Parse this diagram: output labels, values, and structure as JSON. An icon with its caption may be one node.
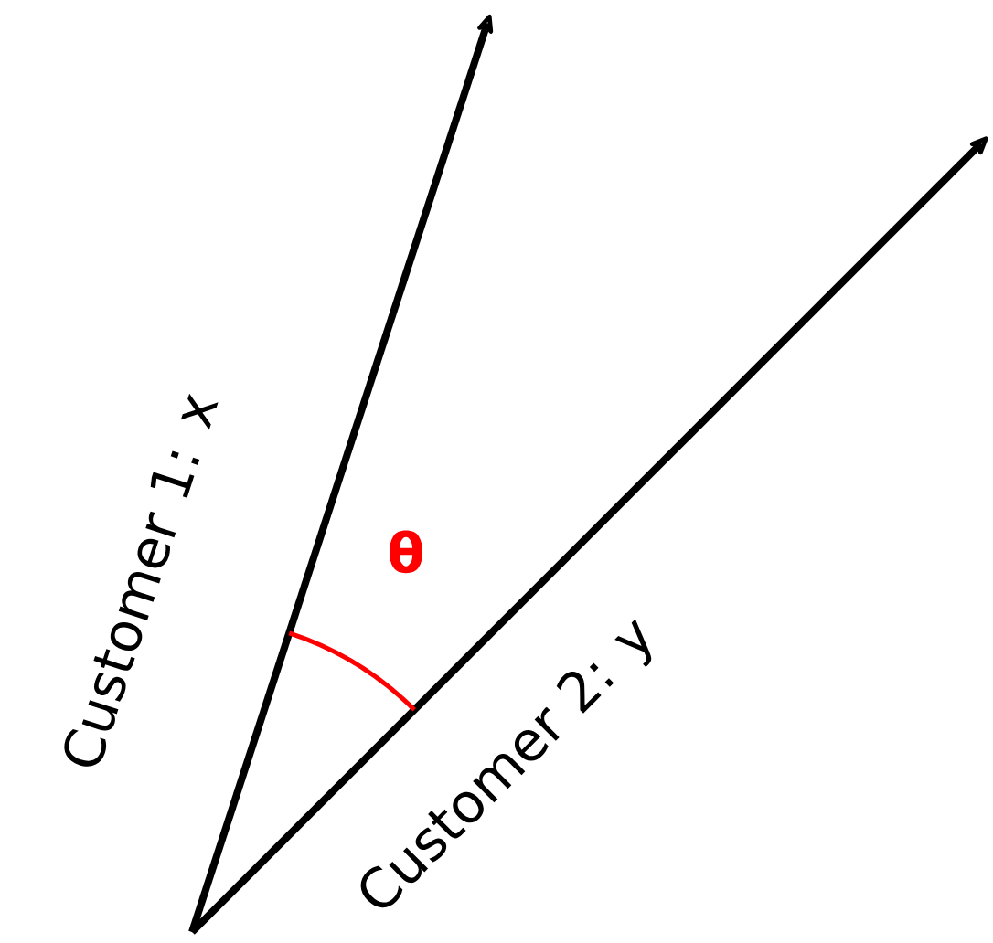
{
  "diagram": {
    "labels": [
      "Customer 1: x",
      "θ",
      "Customer 2: y"
    ]
  }
}
